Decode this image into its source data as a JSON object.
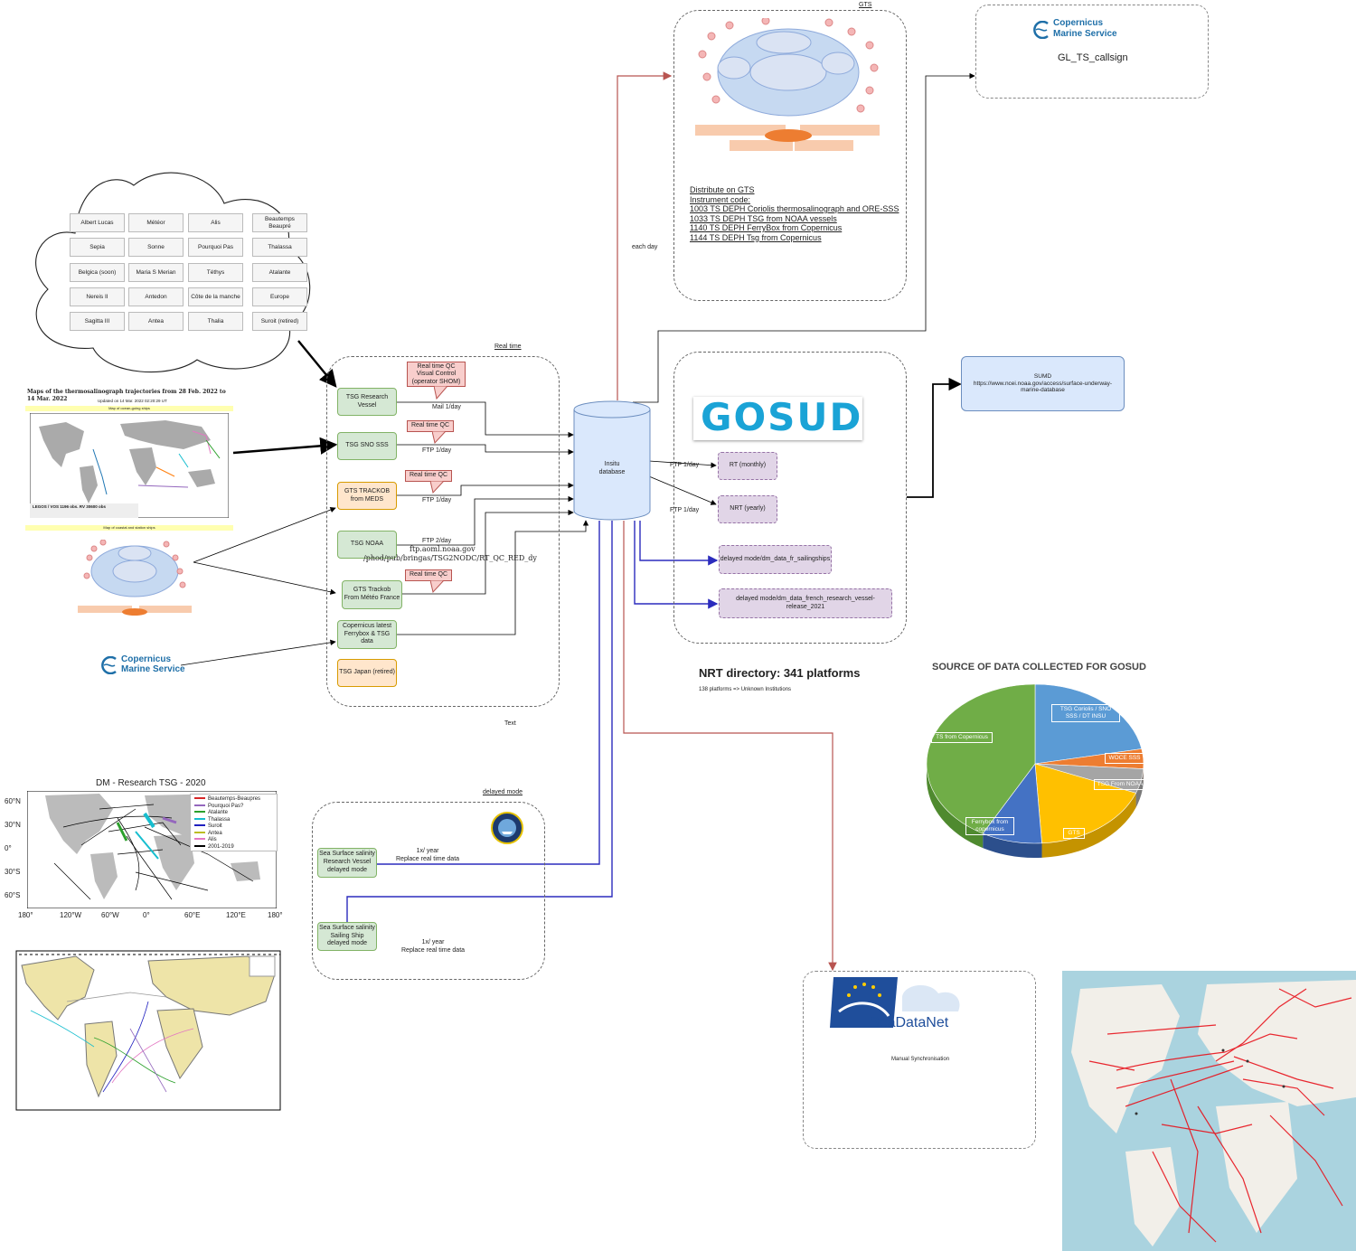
{
  "cloud": {
    "ships": [
      "Albert Lucas",
      "Météor",
      "Alis",
      "Beautemps\nBeaupré",
      "Sepia",
      "Sonne",
      "Pourquoi Pas",
      "Thalassa",
      "Belgica (soon)",
      "Maria S Merian",
      "Téthys",
      "Atalante",
      "Nereis II",
      "Antedon",
      "Côte de la manche",
      "Europe",
      "Sagitta III",
      "Antea",
      "Thalia",
      "Suroit (retired)"
    ]
  },
  "traj_map": {
    "title": "Maps of the thermosalinograph trajectories from 28 Feb. 2022 to 14 Mar. 2022",
    "subtitle": "Updated on 14 Mar. 2022 02:20:29 UT",
    "top_band": "Map of ocean-going ships",
    "bottom_band": "Map of coastal and station ships",
    "legend": "LEGOS / VOS 1196 obs. RV 30600 obs"
  },
  "copernicus": {
    "line1": "Copernicus",
    "line2": "Marine Service"
  },
  "realtime": {
    "title": "Real time",
    "sources": [
      {
        "label": "TSG Research\nVessel",
        "style": "green"
      },
      {
        "label": "TSG SNO SSS",
        "style": "green"
      },
      {
        "label": "GTS TRACKOB\nfrom MEDS",
        "style": "orange"
      },
      {
        "label": "TSG NOAA",
        "style": "green"
      },
      {
        "label": "GTS Trackob\nFrom Météo France",
        "style": "green"
      },
      {
        "label": "Copernicus latest\nFerrybox & TSG data",
        "style": "green"
      },
      {
        "label": "TSG Japan (retired)",
        "style": "orange"
      }
    ],
    "callouts": [
      "Real time QC\nVisual Control\n(operator SHOM)",
      "Real time QC",
      "Real time QC",
      "Real time QC"
    ],
    "edge_labels": [
      "Mail 1/day",
      "FTP 1/day",
      "FTP 1/day",
      "FTP 2/day"
    ],
    "ftp_host": "ftp.aoml.noaa.gov",
    "ftp_path": "/phod/pub/bringas/TSG2NODC/RT_QC_RED_dy",
    "text_label": "Text"
  },
  "database": {
    "label": "Insitu\ndatabase"
  },
  "gts": {
    "title": "GTS",
    "distribute": "Distribute on GTS",
    "instrument_code": "Instrument code:",
    "codes": [
      "1003 TS DEPH Coriolis thermosalinograph and ORE-SSS",
      "1033 TS DEPH TSG from NOAA vessels",
      "1140 TS DEPH FerryBox from Copernicus",
      "1144 TS DEPH Tsg from Copernicus"
    ],
    "edge_label": "each day"
  },
  "cmems_box": {
    "callsign": "GL_TS_callsign"
  },
  "gosud": {
    "logo": "GOSUD",
    "outputs": [
      "RT (monthly)",
      "NRT (yearly)",
      "delayed mode/dm_data_fr_sailingships",
      "delayed mode/dm_data_french_research_vessel-release_2021"
    ],
    "edge_labels": [
      "FTP 1/day",
      "FTP 1/day"
    ]
  },
  "sumd": {
    "label": "SUMD\nhttps://www.ncei.noaa.gov/access/surface-underway-marine-database"
  },
  "nrt": {
    "title": "NRT directory: 341 platforms",
    "subtitle": "138 platforms => Unknown Institutions"
  },
  "pie": {
    "title": "SOURCE OF DATA COLLECTED FOR GOSUD",
    "colors": {
      "green": "#70ad47",
      "blue": "#5b9bd5",
      "orange": "#ed7d31",
      "grey": "#a5a5a5",
      "yellow": "#ffc000",
      "navy": "#4472c4"
    }
  },
  "chart_data": {
    "type": "pie",
    "title": "SOURCE OF DATA COLLECTED FOR GOSUD",
    "categories": [
      "TSG Coriolis / SNO SSS / DT INSU",
      "WOCE SSS",
      "TSG From NOAA",
      "GTS",
      "Ferrybox from copernicus",
      "TS from Copernicus"
    ],
    "values": [
      22,
      4,
      5,
      18,
      9,
      42
    ]
  },
  "delayed": {
    "title": "delayed mode",
    "sources": [
      "Sea Surface salinity\nResearch Vessel\ndelayed mode",
      "Sea Surface salinity\nSailing Ship\ndelayed mode"
    ],
    "edge_labels": [
      "1x/ year\nReplace real time data",
      "1x/ year\nReplace real time data"
    ]
  },
  "dm_chart": {
    "title": "DM - Research TSG - 2020",
    "legend": [
      "Beautemps-Beaupres",
      "Pourquoi Pas?",
      "Atalante",
      "Thalassa",
      "Suroit",
      "Antea",
      "Alis",
      "2001-2019"
    ],
    "legend_colors": [
      "#d62728",
      "#9467bd",
      "#2ca02c",
      "#17becf",
      "#1f1fbf",
      "#bcbd22",
      "#e377c2",
      "#000000"
    ],
    "yticks": [
      "60°N",
      "30°N",
      "0°",
      "30°S",
      "60°S"
    ],
    "xticks": [
      "180°",
      "120°W",
      "60°W",
      "0°",
      "60°E",
      "120°E",
      "180°"
    ]
  },
  "seadatanet": {
    "logo": "SeaDataNet",
    "note": "Manual Synchronisation"
  }
}
